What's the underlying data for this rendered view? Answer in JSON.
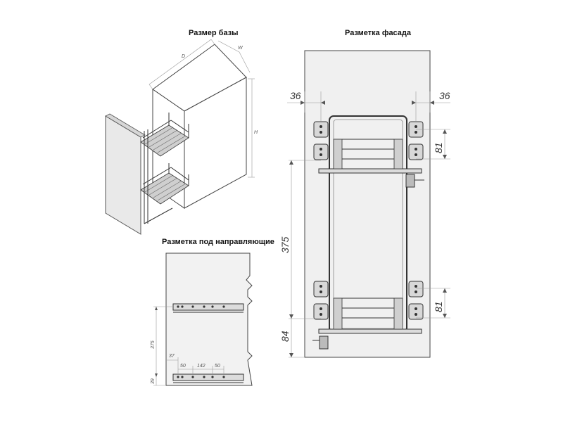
{
  "headings": {
    "base_size": "Размер базы",
    "facade_marking": "Разметка фасада",
    "guide_marking": "Разметка под направляющие"
  },
  "cabinet_labels": {
    "depth": "D",
    "width": "W",
    "height": "H"
  },
  "facade_dims": {
    "left_offset": "36",
    "right_offset": "36",
    "upper_spacing": "81",
    "lower_spacing": "81",
    "main_spacing": "375",
    "bottom_offset": "84"
  },
  "guide_dims": {
    "height": "375",
    "bottom": "39",
    "offset": "37",
    "seg1": "50",
    "seg2": "142",
    "seg3": "50"
  }
}
